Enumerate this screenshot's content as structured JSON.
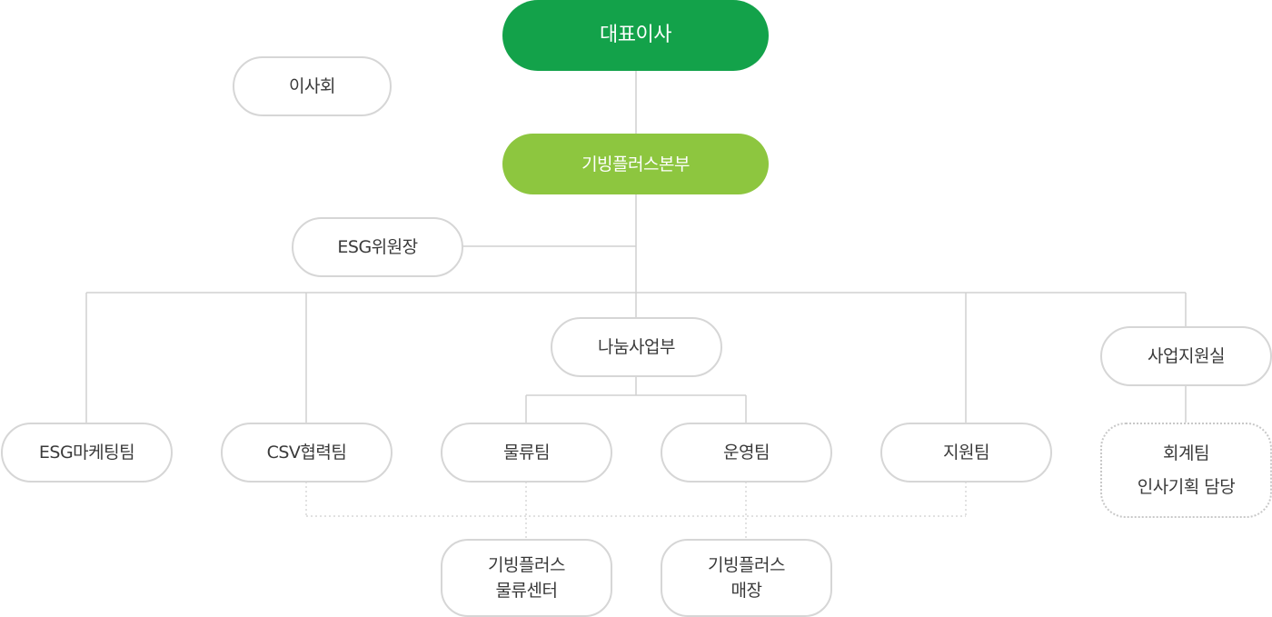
{
  "colors": {
    "ceo_fill": "#13a24a",
    "hq_fill": "#8dc63f",
    "line": "#d0d0d0",
    "node_border": "#d6d6d6",
    "text": "#3a3a3a"
  },
  "org": {
    "ceo": "대표이사",
    "board": "이사회",
    "hq": "기빙플러스본부",
    "esg_committee": "ESG위원장",
    "division_sharing": "나눔사업부",
    "business_support": "사업지원실",
    "teams": {
      "esg_marketing": "ESG마케팅팀",
      "csv_cooperation": "CSV협력팀",
      "logistics": "물류팀",
      "operations": "운영팀",
      "support": "지원팀"
    },
    "accounting": {
      "line1": "회계팀",
      "line2": "인사기획 담당"
    },
    "logistics_center": {
      "line1": "기빙플러스",
      "line2": "물류센터"
    },
    "store": {
      "line1": "기빙플러스",
      "line2": "매장"
    }
  }
}
